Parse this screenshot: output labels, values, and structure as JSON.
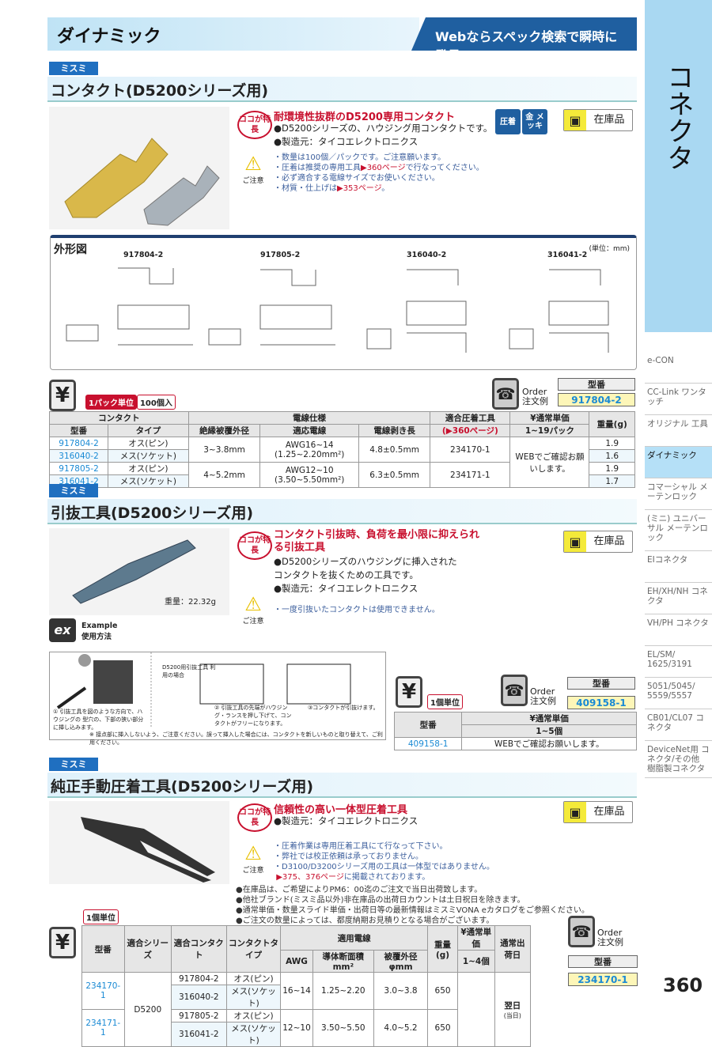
{
  "header": {
    "category": "ダイナミック",
    "banner": "Webならスペック検索で瞬時に発見!!"
  },
  "side": {
    "title": "コネクタ",
    "nav": [
      "e-CON",
      "CC-Link ワンタッチ",
      "オリジナル 工具",
      "ダイナミック",
      "コマーシャル メーテンロック",
      "(ミニ) ユニバーサル メーテンロック",
      "EIコネクタ",
      "EH/XH/NH コネクタ",
      "VH/PH コネクタ",
      "EL/SM/ 1625/3191",
      "5051/5045/ 5559/5557",
      "CB01/CL07 コネクタ",
      "DeviceNet用 コネクタ/その他 樹脂製コネクタ"
    ],
    "active": "ダイナミック"
  },
  "common": {
    "brand": "ミスミ",
    "koko": "ココが特長",
    "caution": "ご注意",
    "stock": "在庫品",
    "order": "Order",
    "order_ja": "注文例",
    "model": "型番",
    "yen": "¥",
    "phone": "☎",
    "page": "360"
  },
  "s1": {
    "title": "コンタクト(D5200シリーズ用)",
    "feature": "耐環境性抜群のD5200専用コンタクト",
    "bullets": [
      "●D5200シリーズの、ハウジング用コンタクトです。",
      "●製造元：タイコエレクトロニクス"
    ],
    "tags": [
      "圧着",
      "金 メッキ"
    ],
    "notes": [
      "・数量は100個／パックです。ご注意願います。",
      "・圧着は推奨の専用工具",
      "▶360ページ",
      "で行なってください。",
      "・必ず適合する電線サイズでお使いください。",
      "・材質・仕上げは",
      "▶353ページ",
      "。"
    ],
    "drawing": {
      "title": "外形図",
      "unit": "(単位：mm)",
      "parts": [
        "917804-2",
        "917805-2",
        "316040-2",
        "316041-2"
      ]
    },
    "unit": "1パック単位",
    "unit2": "100個入",
    "order_example": "917804-2",
    "table": {
      "h1": [
        "コンタクト",
        "電線仕様",
        "適合圧着工具",
        "¥通常単価",
        "重量(g)"
      ],
      "h2": [
        "型番",
        "タイプ",
        "絶縁被覆外径",
        "適応電線",
        "電線剥き長",
        "(▶360ページ)",
        "1~19パック"
      ],
      "rows": [
        {
          "part": "917804-2",
          "type": "オス(ピン)",
          "weight": "1.9"
        },
        {
          "part": "316040-2",
          "type": "メス(ソケット)",
          "weight": "1.6"
        },
        {
          "part": "917805-2",
          "type": "オス(ピン)",
          "weight": "1.9"
        },
        {
          "part": "316041-2",
          "type": "メス(ソケット)",
          "weight": "1.7"
        }
      ],
      "groups": [
        {
          "od": "3~3.8mm",
          "awg": "AWG16~14",
          "area": "(1.25~2.20mm²)",
          "strip": "4.8±0.5mm",
          "tool": "234170-1"
        },
        {
          "od": "4~5.2mm",
          "awg": "AWG12~10",
          "area": "(3.50~5.50mm²)",
          "strip": "6.3±0.5mm",
          "tool": "234171-1"
        }
      ],
      "price": "WEBでご確認お願いします。"
    }
  },
  "s2": {
    "title": "引抜工具(D5200シリーズ用)",
    "feature": "コンタクト引抜時、負荷を最小限に抑えられる引抜工具",
    "bullets": [
      "●D5200シリーズのハウジングに挿入されたコンタクトを抜くための工具です。",
      "●製造元：タイコエレクトロニクス"
    ],
    "weight": "重量：22.32g",
    "notes": [
      "・一度引抜いたコンタクトは使用できません。"
    ],
    "example": {
      "badge": "ex",
      "label": "Example",
      "label_ja": "使用方法",
      "step1": "① 引抜工具を図のような方向で、ハウジングの 型穴の、下部の狭い部分に挿し込みます。",
      "case": "D5200用引抜工具 利用の場合",
      "step2": "② 引抜工具の先端がハウジング・ランスを押し下げて、コンタクトがフリーになります。",
      "step3": "③コンタクトが引抜けます。",
      "footnote": "※ 接点部に挿入しないよう、ご注意ください。誤って挿入した場合には、コンタクトを新しいものと取り替えて、ご利用ください。"
    },
    "unit": "1個単位",
    "order_example": "409158-1",
    "table": {
      "h": [
        "型番",
        "¥通常単価",
        "1~5個"
      ],
      "part": "409158-1",
      "price": "WEBでご確認お願いします。"
    }
  },
  "s3": {
    "title": "純正手動圧着工具(D5200シリーズ用)",
    "feature": "信頼性の高い一体型圧着工具",
    "bullets": [
      "●製造元：タイコエレクトロニクス"
    ],
    "notes": [
      "・圧着作業は専用圧着工具にて行なって下さい。",
      "・弊社では校正依頼は承っておりません。",
      "・D3100/D3200シリーズ用の工具は一体型ではありません。",
      "▶375、376ページ",
      "に掲載されております。"
    ],
    "info": [
      "●在庫品は、ご希望によりPM6：00迄のご注文で当日出荷致します。",
      "●他社ブランド(ミスミ品以外)非在庫品の出荷日カウントは土日祝日を除きます。",
      "●通常単価・数量スライド単価・出荷日等の最新情報はミスミVONA eカタログをご参照ください。",
      "●ご注文の数量によっては、都度納期お見積りとなる場合がございます。"
    ],
    "unit": "1個単位",
    "order_example": "234170-1",
    "table": {
      "h": [
        "型番",
        "適合シリーズ",
        "適合コンタクト",
        "コンタクトタイプ",
        "適用電線",
        "重量(g)",
        "¥通常単価",
        "通常出荷日",
        "AWG",
        "導体断面積mm²",
        "被覆外径φmm",
        "1~4個"
      ],
      "series": "D5200",
      "ship": "翌日",
      "ship2": "(当日)",
      "tools": [
        {
          "part": "234170-1",
          "awg": "16~14",
          "area": "1.25~2.20",
          "od": "3.0~3.8",
          "weight": "650",
          "contacts": [
            [
              "917804-2",
              "オス(ピン)"
            ],
            [
              "316040-2",
              "メス(ソケット)"
            ]
          ]
        },
        {
          "part": "234171-1",
          "awg": "12~10",
          "area": "3.50~5.50",
          "od": "4.0~5.2",
          "weight": "650",
          "contacts": [
            [
              "917805-2",
              "オス(ピン)"
            ],
            [
              "316041-2",
              "メス(ソケット)"
            ]
          ]
        }
      ]
    }
  }
}
